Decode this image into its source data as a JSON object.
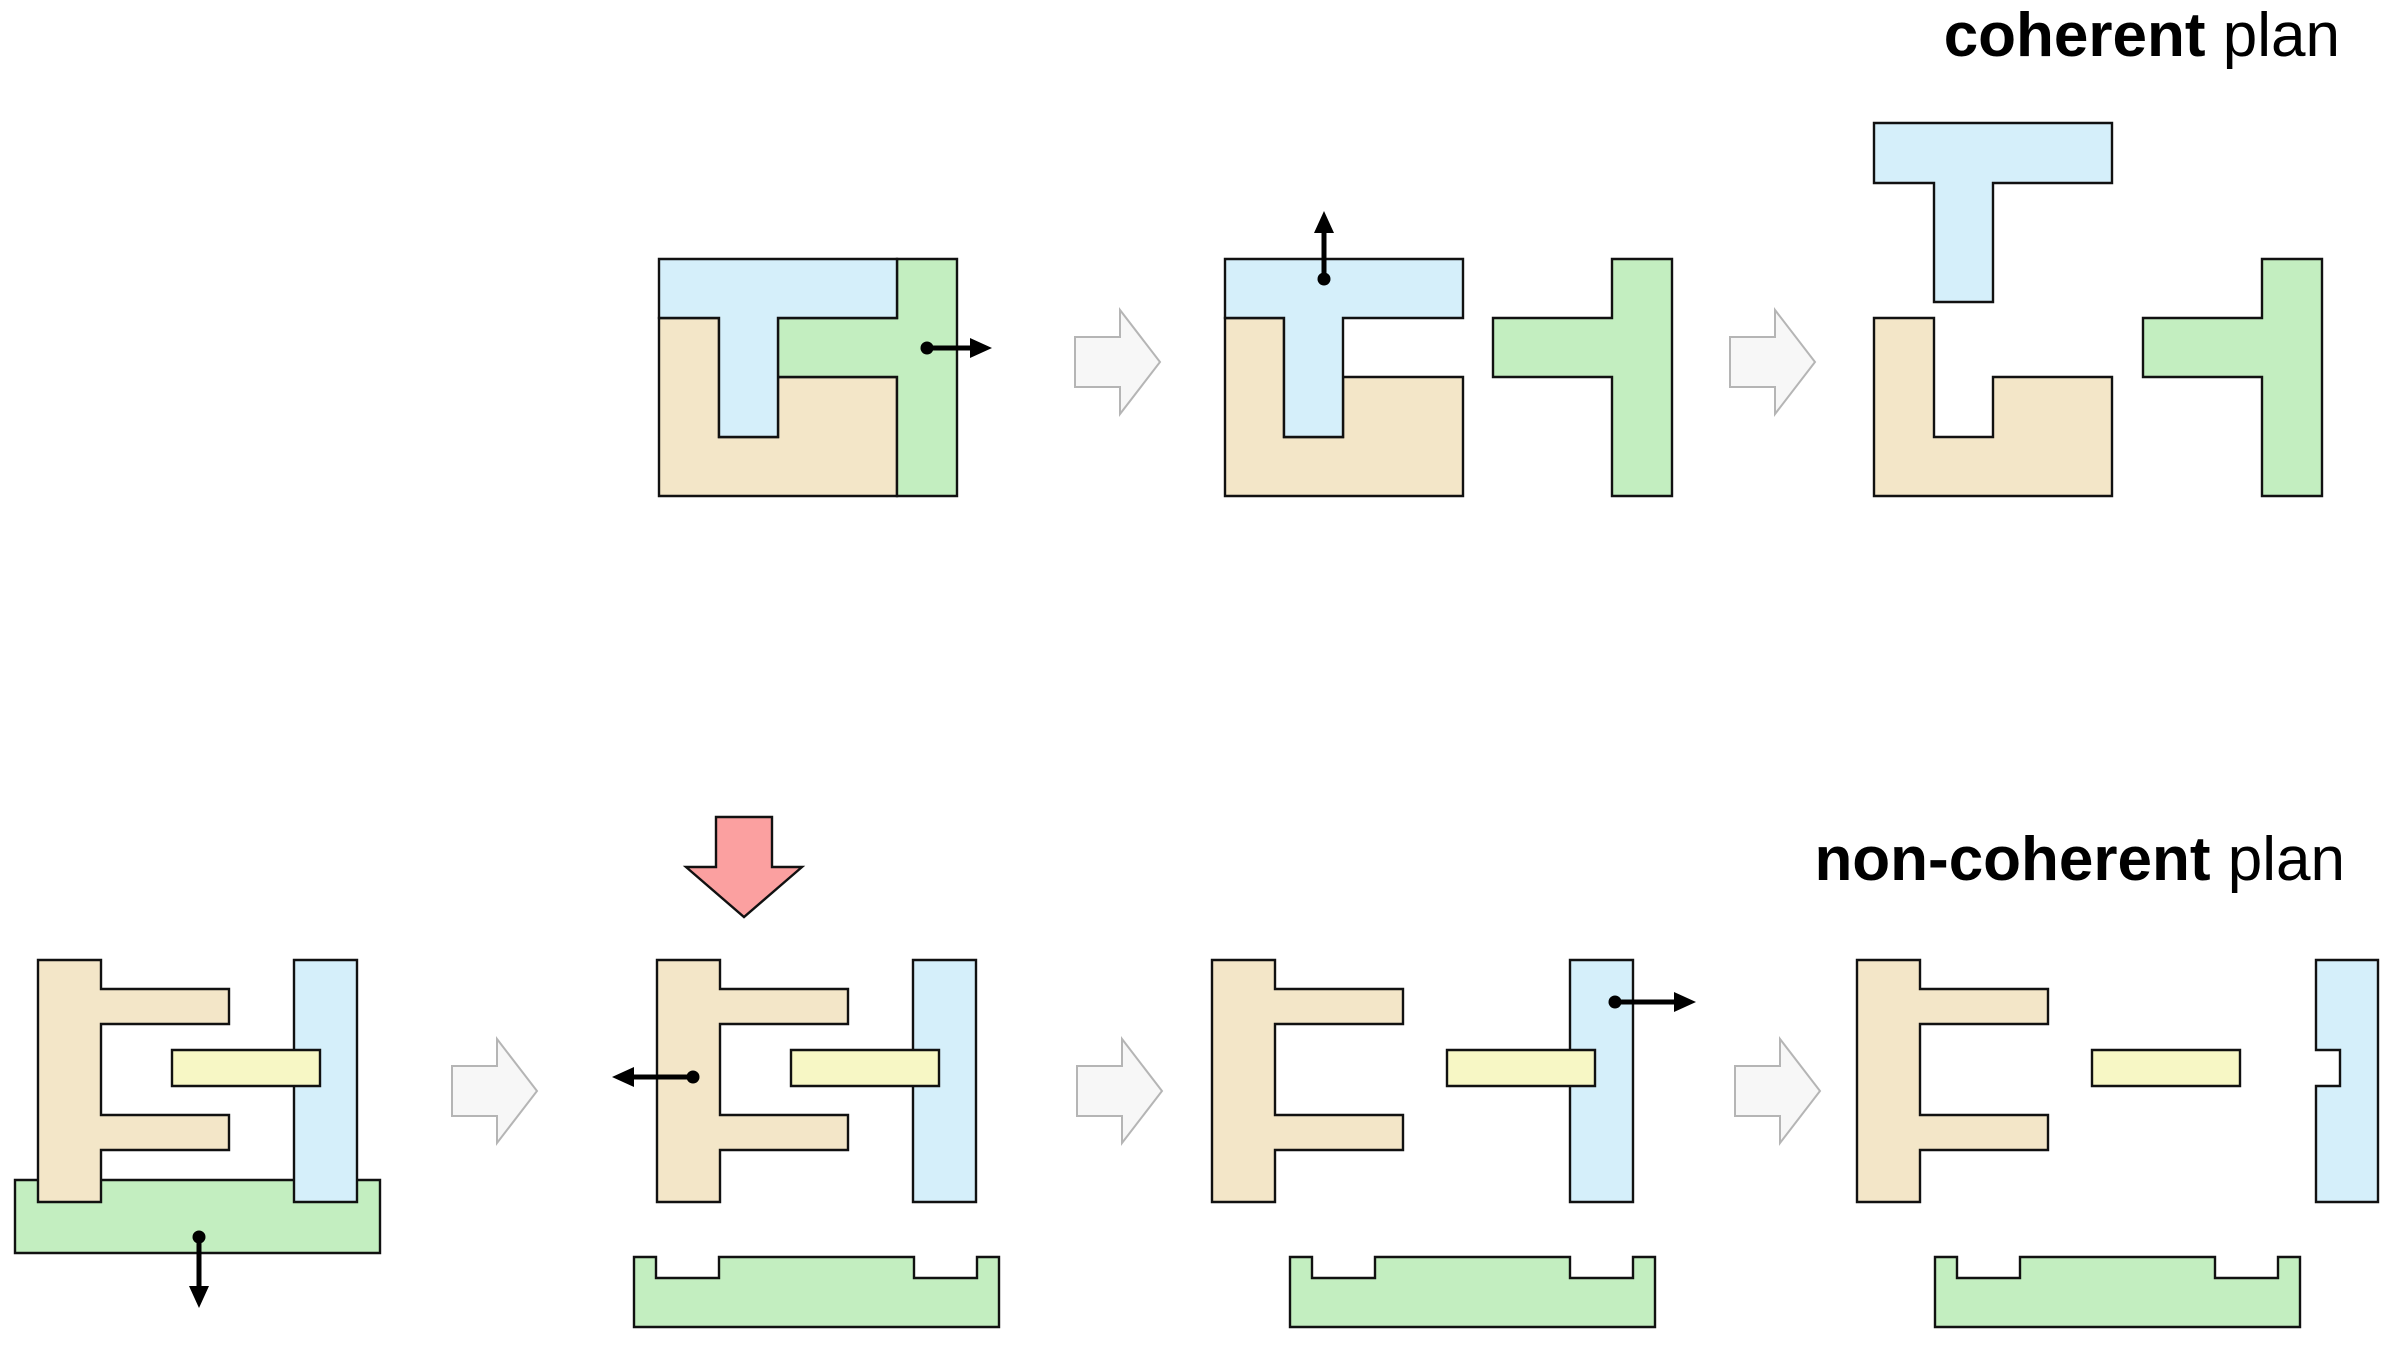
{
  "titles": {
    "top": {
      "bold": "coherent",
      "normal": " plan"
    },
    "bottom": {
      "bold": "non-coherent",
      "normal": " plan"
    }
  },
  "colors": {
    "tan": "#f3e6c8",
    "blue": "#d5effa",
    "green": "#c3eec0",
    "yellow": "#f7f7c5",
    "step_arrow": "#f7f7f7",
    "highlight_arrow": "#fba0a0",
    "outline": "#111111"
  },
  "icons": {
    "step_arrow": "right-block-arrow",
    "highlight_arrow": "down-block-arrow",
    "move_arrow": "pin-arrow"
  }
}
